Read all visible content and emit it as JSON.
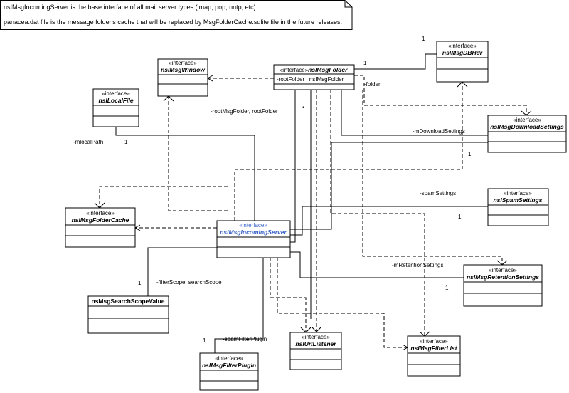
{
  "notes": [
    "nsIMsgIncomingServer is the base interface of all mail server types (imap, pop, nntp, etc)",
    "panacea.dat file is the message folder's cache that will be replaced by MsgFolderCache.sqlite file in the future releases."
  ],
  "stereotype": "«interface»",
  "classes": {
    "msg_window": "nsIMsgWindow",
    "msg_folder": "nsIMsgFolder",
    "msg_folder_attr": "-rootFolder : nsIMsgFolder",
    "msg_db_hdr": "nsIMsgDBHdr",
    "local_file": "nsILocalFile",
    "download_settings": "nsIMsgDownloadSettings",
    "spam_settings": "nsISpamSettings",
    "folder_cache": "nsIMsgFolderCache",
    "incoming_server": "nsIMsgIncomingServer",
    "retention_settings": "nsIMsgRetentionSettings",
    "search_scope": "nsMsgSearchScopeValue",
    "url_listener": "nsIUrlListener",
    "filter_list": "nsIMsgFilterList",
    "filter_plugin": "nsIMsgFilterPlugin"
  },
  "labels": {
    "folder": "-folder",
    "root_msg_folder": "-rootMsgFolder, rootFolder",
    "star": "*",
    "mlocal_path": "-mlocalPath",
    "mlocal_path_mult": "1",
    "db_hdr_mult": "1",
    "folder_mult": "1",
    "download": "-mDownloadSettings",
    "download_mult": "1",
    "spam": "-spamSettings",
    "spam_mult": "1",
    "retention": "-mRetentionSettings",
    "retention_mult": "1",
    "filter_scope": "-filterScope, searchScope",
    "filter_scope_mult": "1",
    "spam_plugin": "-spamFilterPlugin",
    "spam_plugin_mult": "1"
  }
}
